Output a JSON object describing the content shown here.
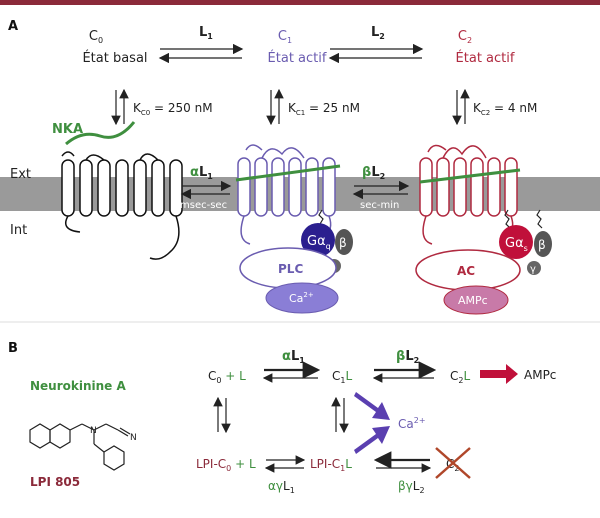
{
  "panel_a": {
    "label": "A",
    "states": {
      "c0": {
        "name": "C",
        "sub": "0",
        "desc": "État basal"
      },
      "c1": {
        "name": "C",
        "sub": "1",
        "desc": "État actif"
      },
      "c2": {
        "name": "C",
        "sub": "2",
        "desc": "État actif"
      }
    },
    "ligand1": {
      "name": "L",
      "sub": "1"
    },
    "ligand2": {
      "name": "L",
      "sub": "2"
    },
    "kc0": {
      "name": "K",
      "sub": "C0",
      "val": " = 250 nM"
    },
    "kc1": {
      "name": "K",
      "sub": "C1",
      "val": " = 25 nM"
    },
    "kc2": {
      "name": "K",
      "sub": "C2",
      "val": " = 4 nM"
    },
    "nka": "NKA",
    "ext": "Ext",
    "int": "Int",
    "alpha_l1": {
      "greek": "α",
      "name": "L",
      "sub": "1"
    },
    "beta_l2": {
      "greek": "β",
      "name": "L",
      "sub": "2"
    },
    "time1": "msec-sec",
    "time2": "sec-min",
    "gaq": {
      "name": "Gα",
      "sub": "q"
    },
    "gas": {
      "name": "Gα",
      "sub": "s"
    },
    "beta": "β",
    "gamma": "γ",
    "plc": "PLC",
    "ca": {
      "name": "Ca",
      "sup": "2+"
    },
    "ac": "AC",
    "ampc": "AMPc"
  },
  "panel_b": {
    "label": "B",
    "neurokinine": "Neurokinine A",
    "lpi805": "LPI 805",
    "c0l": {
      "c": "C",
      "sub": "0",
      "rest": " + L"
    },
    "c1l": {
      "c": "C",
      "sub": "1",
      "rest": "L"
    },
    "c2l": {
      "c": "C",
      "sub": "2",
      "rest": "L"
    },
    "alpha_l1": {
      "greek": "α",
      "name": "L",
      "sub": "1"
    },
    "beta_l2": {
      "greek": "β",
      "name": "L",
      "sub": "2"
    },
    "ampc": "AMPc",
    "ca": {
      "name": "Ca",
      "sup": "2+"
    },
    "lpi_c0l": {
      "pre": "LPI-C",
      "sub": "0",
      "rest": " + L"
    },
    "lpi_c1l": {
      "pre": "LPI-C",
      "sub": "1",
      "rest": "L"
    },
    "c2_crossed": {
      "c": "C",
      "sub": "2"
    },
    "agl1": {
      "greek": "αγ",
      "name": "L",
      "sub": "1"
    },
    "bgl2": {
      "greek": "βγ",
      "name": "L",
      "sub": "2"
    }
  },
  "colors": {
    "top_bar": "#8b2a3a",
    "c1": "#6a5cb0",
    "c2": "#b02a40",
    "green": "#3f8f3f",
    "membrane": "#9a9a9a",
    "gaq": "#2b1f8f",
    "gas": "#c0103a",
    "plc_fill": "#ffffff",
    "ca_fill": "#8a7ed6",
    "ampc_fill": "#c87aa8",
    "purple_arrow": "#5a3fb0",
    "ampc_arrow": "#c0103a"
  }
}
